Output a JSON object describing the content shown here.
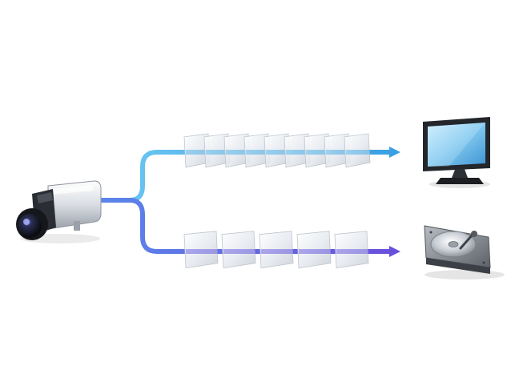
{
  "diagram": {
    "nodes": [
      {
        "id": "camera",
        "icon": "security-camera-icon"
      },
      {
        "id": "monitor",
        "icon": "monitor-icon"
      },
      {
        "id": "storage",
        "icon": "hard-drive-icon"
      }
    ],
    "streams": [
      {
        "id": "live-view",
        "from": "camera",
        "to": "monitor",
        "frame_count": 9,
        "color": "#47aee6"
      },
      {
        "id": "recording",
        "from": "camera",
        "to": "storage",
        "frame_count": 5,
        "color": "#6b5ae0"
      }
    ],
    "colors": {
      "camera_body": "#e3e6ea",
      "lens": "#1b1d22",
      "monitor_frame": "#23262b",
      "monitor_screen": "#7fc8f0",
      "drive_case": "#7a7f86"
    }
  }
}
